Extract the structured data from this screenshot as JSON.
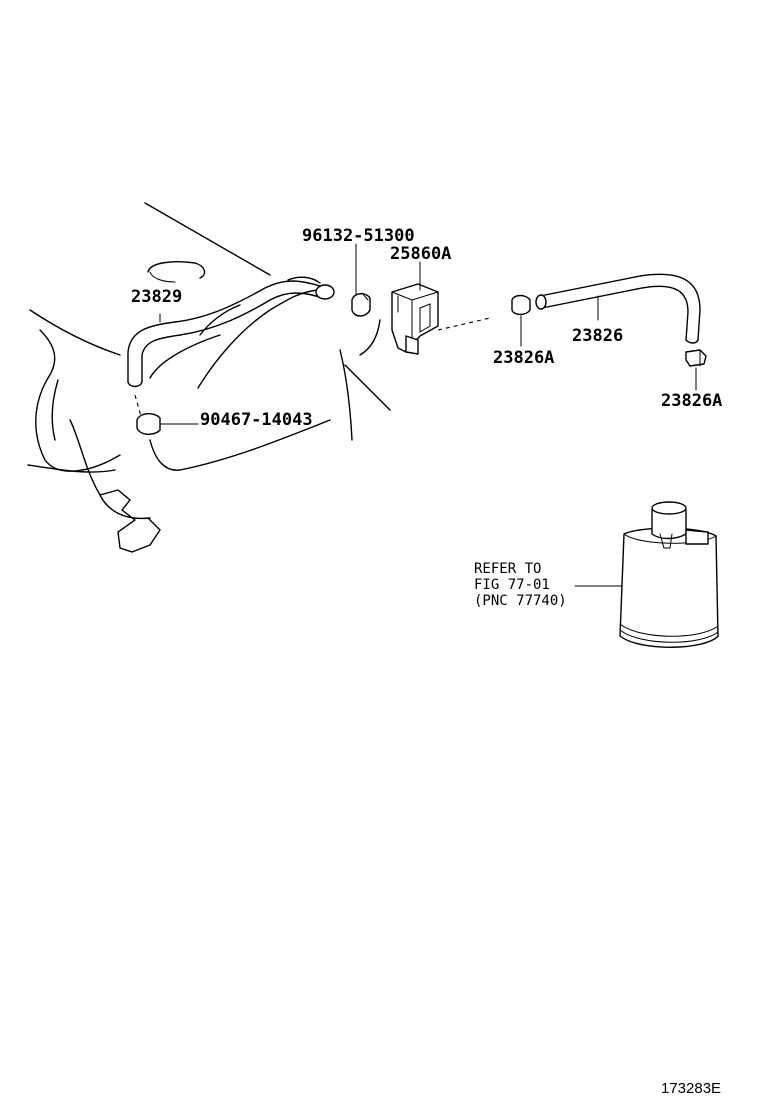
{
  "labels": {
    "p96132": "96132-51300",
    "p25860a": "25860A",
    "p23829": "23829",
    "p23826": "23826",
    "p23826a_1": "23826A",
    "p23826a_2": "23826A",
    "p90467": "90467-14043"
  },
  "refer": {
    "line1": "REFER TO",
    "line2": "FIG 77-01",
    "line3": "(PNC 77740)"
  },
  "figure_id": "173283E"
}
